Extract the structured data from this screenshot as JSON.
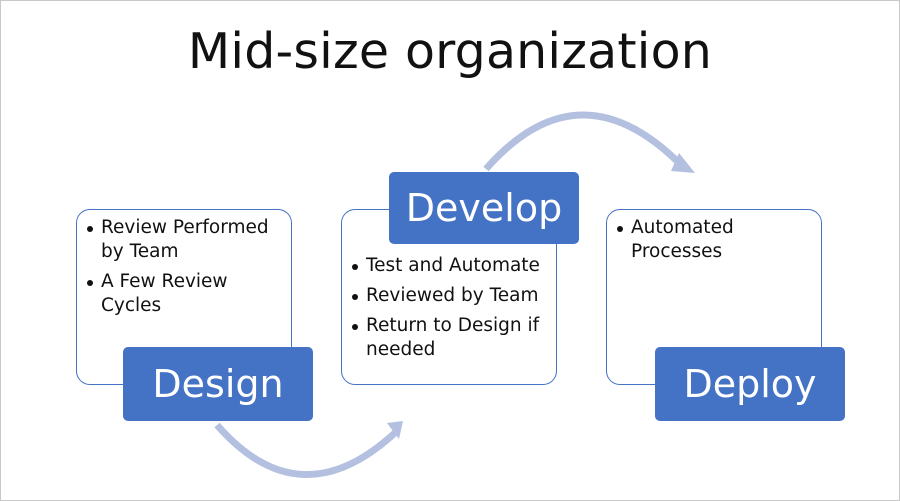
{
  "title": "Mid-size organization",
  "stages": [
    {
      "label": "Design",
      "bullets": [
        "Review Performed by Team",
        "A Few Review Cycles"
      ]
    },
    {
      "label": "Develop",
      "bullets": [
        "Test and Automate",
        "Reviewed by Team",
        "Return to Design if needed"
      ]
    },
    {
      "label": "Deploy",
      "bullets": [
        "Automated Processes"
      ]
    }
  ],
  "colors": {
    "accent": "#4472c4",
    "arrow": "#b4c0e0",
    "text": "#111111"
  }
}
